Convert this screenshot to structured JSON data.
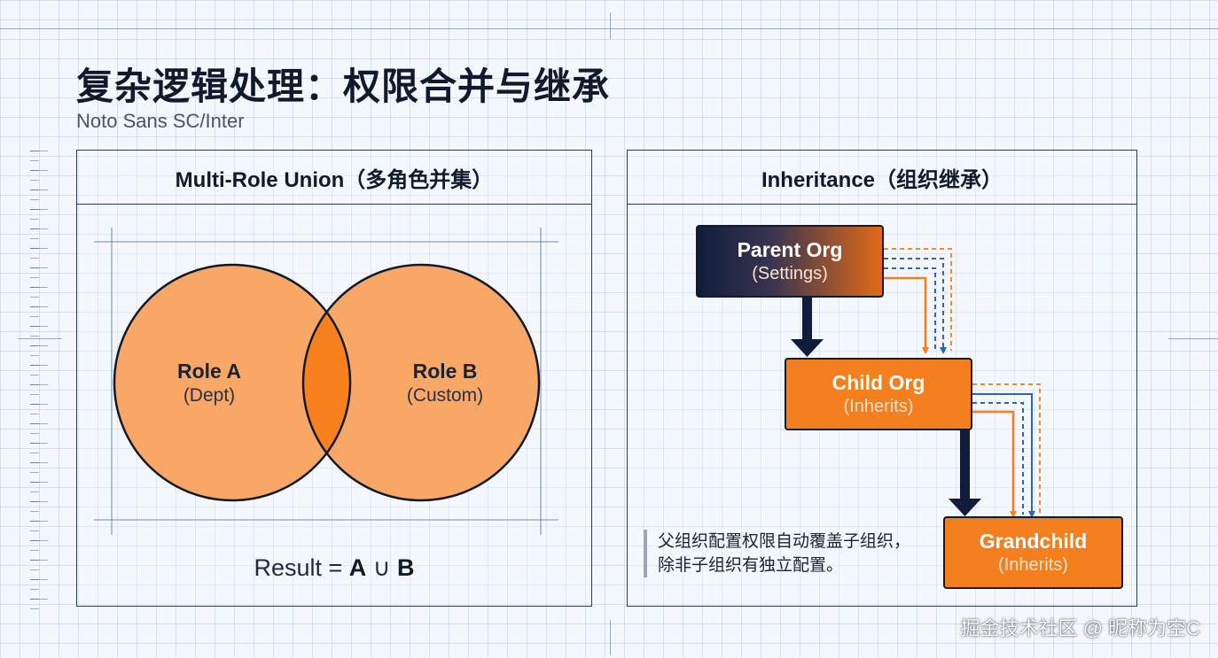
{
  "header": {
    "title": "复杂逻辑处理：权限合并与继承",
    "subtitle": "Noto Sans SC/Inter"
  },
  "union_panel": {
    "title": "Multi-Role Union（多角色并集）",
    "role_a": {
      "name": "Role A",
      "sub": "(Dept)"
    },
    "role_b": {
      "name": "Role B",
      "sub": "(Custom)"
    },
    "result_prefix": "Result = ",
    "result_a": "A",
    "result_op": " ∪ ",
    "result_b": "B"
  },
  "inherit_panel": {
    "title": "Inheritance（组织继承）",
    "parent": {
      "name": "Parent Org",
      "sub": "(Settings)"
    },
    "child": {
      "name": "Child Org",
      "sub": "(Inherits)"
    },
    "grandchild": {
      "name": "Grandchild",
      "sub": "(Inherits)"
    },
    "note_line1": "父组织配置权限自动覆盖子组织，",
    "note_line2": "除非子组织有独立配置。"
  },
  "colors": {
    "orange": "#f47f1e",
    "light_orange": "#f8a766",
    "overlap_orange": "#f7801f",
    "navy": "#0f1d3a",
    "blue_dashed": "#2f64b4",
    "orange_dashed": "#f08a2a"
  },
  "watermark": "掘金技术社区 @ 昵称为空C"
}
